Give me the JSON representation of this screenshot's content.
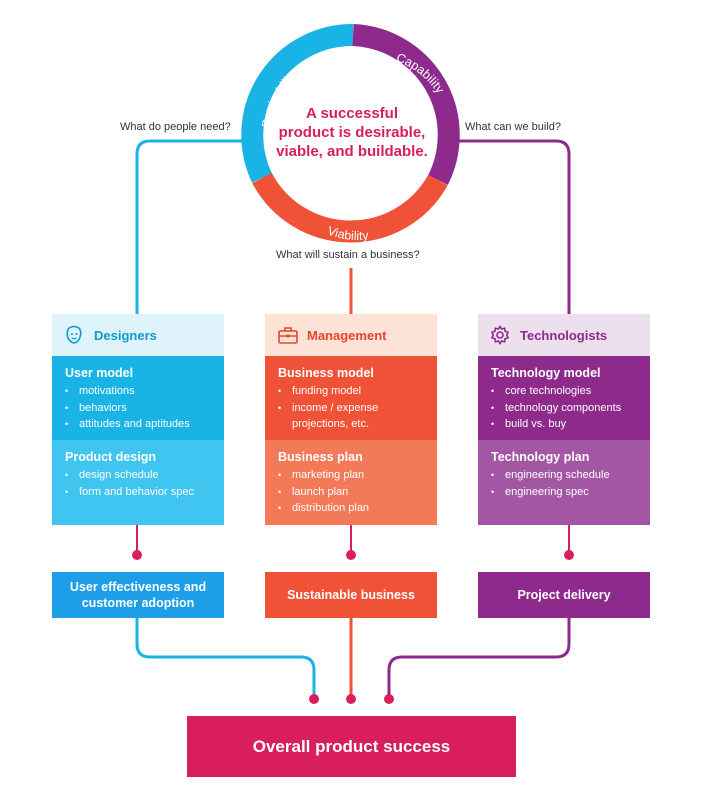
{
  "colors": {
    "cyan": "#1ab3e6",
    "cyan_light": "#40c4f0",
    "cyan_header": "#dff3fa",
    "cyan_text": "#0a9bd4",
    "orange": "#ef5237",
    "orange_light": "#f27a58",
    "orange_header": "#fde3d5",
    "orange_text": "#e5452a",
    "purple": "#8e2a8c",
    "purple_light": "#a356a3",
    "purple_header": "#ece0ec",
    "purple_text": "#8e2a8c",
    "pink": "#d81e5b",
    "blue_outcome": "#1f9ee8"
  },
  "ring": {
    "segments": [
      {
        "label": "Desirability",
        "color": "#1ab3e6"
      },
      {
        "label": "Capability",
        "color": "#8e2a8c"
      },
      {
        "label": "Viability",
        "color": "#ef5237"
      }
    ],
    "center_line1": "A successful",
    "center_line2": "product is desirable,",
    "center_line3": "viable, and buildable."
  },
  "questions": {
    "left": "What do people need?",
    "right": "What can we build?",
    "bottom": "What will sustain a business?"
  },
  "columns": [
    {
      "header": "Designers",
      "icon": "face-icon",
      "block1": {
        "title": "User model",
        "items": [
          "motivations",
          "behaviors",
          "attitudes and aptitudes"
        ]
      },
      "block2": {
        "title": "Product design",
        "items": [
          "design schedule",
          "form and behavior spec"
        ]
      },
      "outcome_line1": "User effectiveness and",
      "outcome_line2": "customer adoption"
    },
    {
      "header": "Management",
      "icon": "briefcase-icon",
      "block1": {
        "title": "Business model",
        "items": [
          "funding model",
          "income / expense projections, etc."
        ]
      },
      "block2": {
        "title": "Business plan",
        "items": [
          "marketing plan",
          "launch plan",
          "distribution plan"
        ]
      },
      "outcome_line1": "Sustainable business",
      "outcome_line2": ""
    },
    {
      "header": "Technologists",
      "icon": "gear-icon",
      "block1": {
        "title": "Technology model",
        "items": [
          "core technologies",
          "technology components",
          "build vs. buy"
        ]
      },
      "block2": {
        "title": "Technology plan",
        "items": [
          "engineering schedule",
          "engineering spec"
        ]
      },
      "outcome_line1": "Project delivery",
      "outcome_line2": ""
    }
  ],
  "final": "Overall product success"
}
